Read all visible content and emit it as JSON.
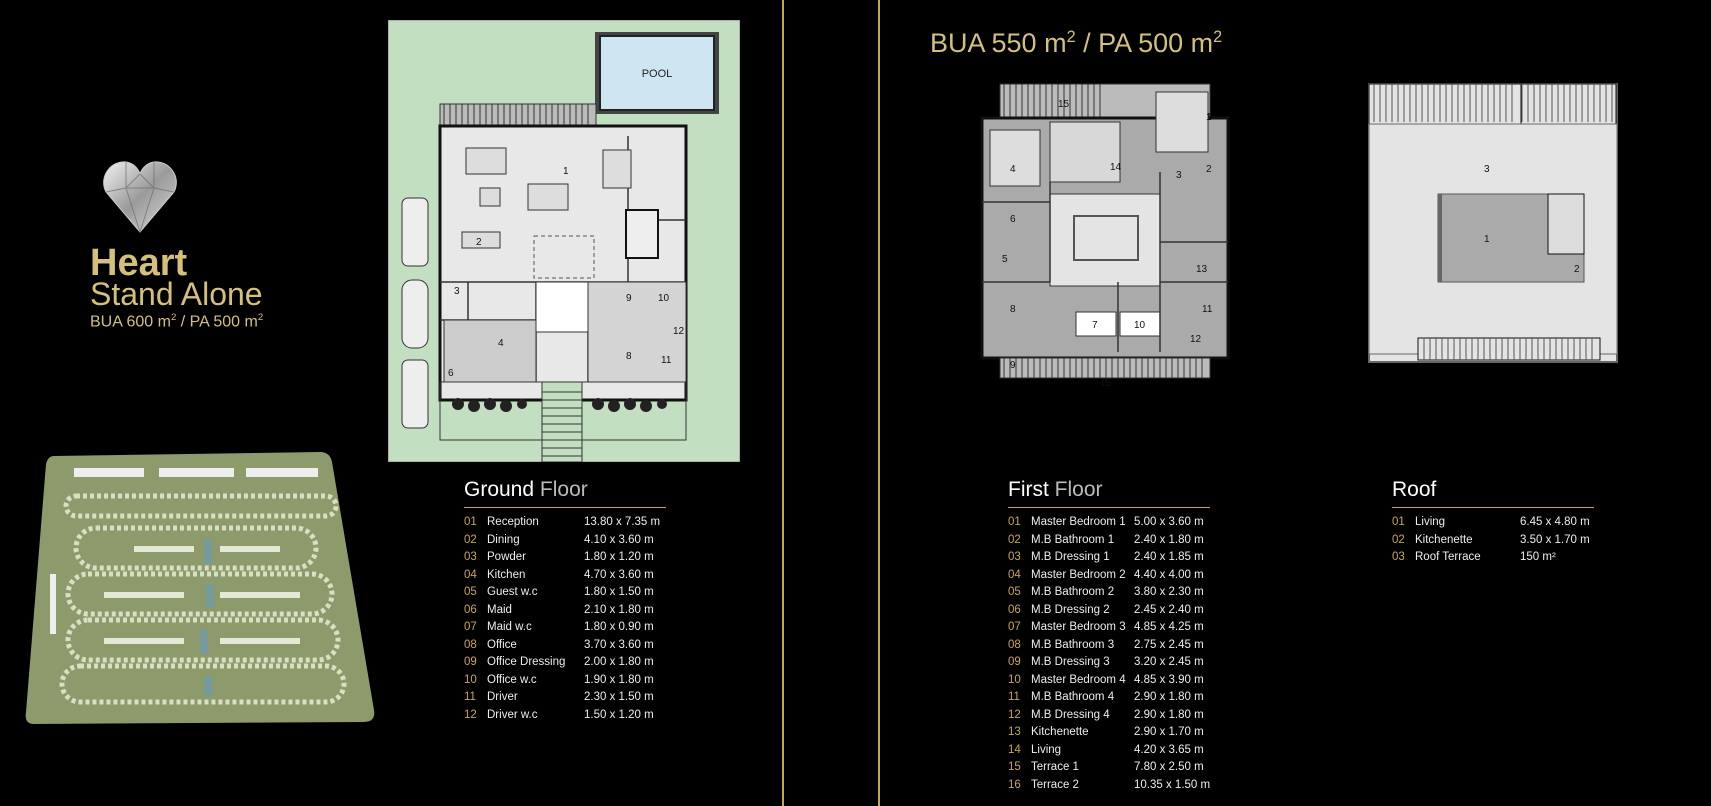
{
  "brand": {
    "title": "Heart",
    "subtitle": "Stand Alone",
    "area_prefix": "BUA 600 m",
    "area_sep": " / PA 500 m",
    "sup": "2"
  },
  "right_header": {
    "area_prefix": "BUA 550 m",
    "area_sep": " / PA 500 m",
    "sup": "2"
  },
  "plan_labels": {
    "pool": "POOL"
  },
  "ground_floor": {
    "title_bold": "Ground",
    "title_light": "Floor",
    "rooms": [
      {
        "num": "01",
        "name": "Reception",
        "dim": "13.80 x 7.35 m"
      },
      {
        "num": "02",
        "name": "Dining",
        "dim": "4.10 x 3.60 m"
      },
      {
        "num": "03",
        "name": "Powder",
        "dim": "1.80 x 1.20 m"
      },
      {
        "num": "04",
        "name": "Kitchen",
        "dim": "4.70 x 3.60 m"
      },
      {
        "num": "05",
        "name": "Guest w.c",
        "dim": "1.80 x 1.50 m"
      },
      {
        "num": "06",
        "name": "Maid",
        "dim": "2.10 x 1.80 m"
      },
      {
        "num": "07",
        "name": "Maid w.c",
        "dim": "1.80 x 0.90 m"
      },
      {
        "num": "08",
        "name": "Office",
        "dim": "3.70 x 3.60 m"
      },
      {
        "num": "09",
        "name": "Office Dressing",
        "dim": "2.00 x 1.80 m"
      },
      {
        "num": "10",
        "name": "Office w.c",
        "dim": "1.90 x 1.80 m"
      },
      {
        "num": "11",
        "name": "Driver",
        "dim": "2.30 x 1.50 m"
      },
      {
        "num": "12",
        "name": "Driver w.c",
        "dim": "1.50 x 1.20 m"
      }
    ]
  },
  "first_floor": {
    "title_bold": "First",
    "title_light": "Floor",
    "rooms": [
      {
        "num": "01",
        "name": "Master Bedroom 1",
        "dim": "5.00 x 3.60 m"
      },
      {
        "num": "02",
        "name": "M.B Bathroom 1",
        "dim": "2.40 x 1.80 m"
      },
      {
        "num": "03",
        "name": "M.B Dressing 1",
        "dim": "2.40 x 1.85 m"
      },
      {
        "num": "04",
        "name": "Master Bedroom 2",
        "dim": "4.40 x 4.00 m"
      },
      {
        "num": "05",
        "name": "M.B Bathroom 2",
        "dim": "3.80 x 2.30 m"
      },
      {
        "num": "06",
        "name": "M.B Dressing 2",
        "dim": "2.45 x 2.40 m"
      },
      {
        "num": "07",
        "name": "Master Bedroom 3",
        "dim": "4.85 x 4.25 m"
      },
      {
        "num": "08",
        "name": "M.B Bathroom 3",
        "dim": "2.75 x 2.45 m"
      },
      {
        "num": "09",
        "name": "M.B Dressing 3",
        "dim": "3.20 x 2.45 m"
      },
      {
        "num": "10",
        "name": "Master Bedroom 4",
        "dim": "4.85 x 3.90 m"
      },
      {
        "num": "11",
        "name": "M.B Bathroom 4",
        "dim": "2.90 x 1.80 m"
      },
      {
        "num": "12",
        "name": "M.B Dressing 4",
        "dim": "2.90 x 1.80 m"
      },
      {
        "num": "13",
        "name": "Kitchenette",
        "dim": "2.90 x 1.70 m"
      },
      {
        "num": "14",
        "name": "Living",
        "dim": "4.20 x 3.65 m"
      },
      {
        "num": "15",
        "name": "Terrace 1",
        "dim": "7.80 x 2.50 m"
      },
      {
        "num": "16",
        "name": "Terrace 2",
        "dim": "10.35 x 1.50 m"
      }
    ]
  },
  "roof": {
    "title_bold": "Roof",
    "rooms": [
      {
        "num": "01",
        "name": "Living",
        "dim": "6.45 x 4.80 m"
      },
      {
        "num": "02",
        "name": "Kitchenette",
        "dim": "3.50 x 1.70 m"
      },
      {
        "num": "03",
        "name": "Roof Terrace",
        "dim": "150 m²"
      }
    ]
  }
}
